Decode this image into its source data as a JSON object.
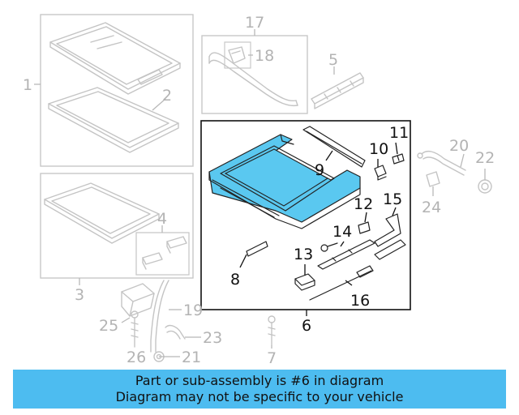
{
  "colors": {
    "highlight_part": "#5ac8f0",
    "banner_background": "#4dbcf0",
    "inactive_part": "#c4c4c4",
    "active_outline": "#111111"
  },
  "callouts": {
    "c1": "1",
    "c2": "2",
    "c3": "3",
    "c4": "4",
    "c5": "5",
    "c6": "6",
    "c7": "7",
    "c8": "8",
    "c9": "9",
    "c10": "10",
    "c11": "11",
    "c12": "12",
    "c13": "13",
    "c14": "14",
    "c15": "15",
    "c16": "16",
    "c17": "17",
    "c18": "18",
    "c19": "19",
    "c20": "20",
    "c21": "21",
    "c22": "22",
    "c23": "23",
    "c24": "24",
    "c25": "25",
    "c26": "26"
  },
  "banner": {
    "line1": "Part or sub-assembly is #6 in diagram",
    "line2": "Diagram may not be specific to your vehicle"
  }
}
